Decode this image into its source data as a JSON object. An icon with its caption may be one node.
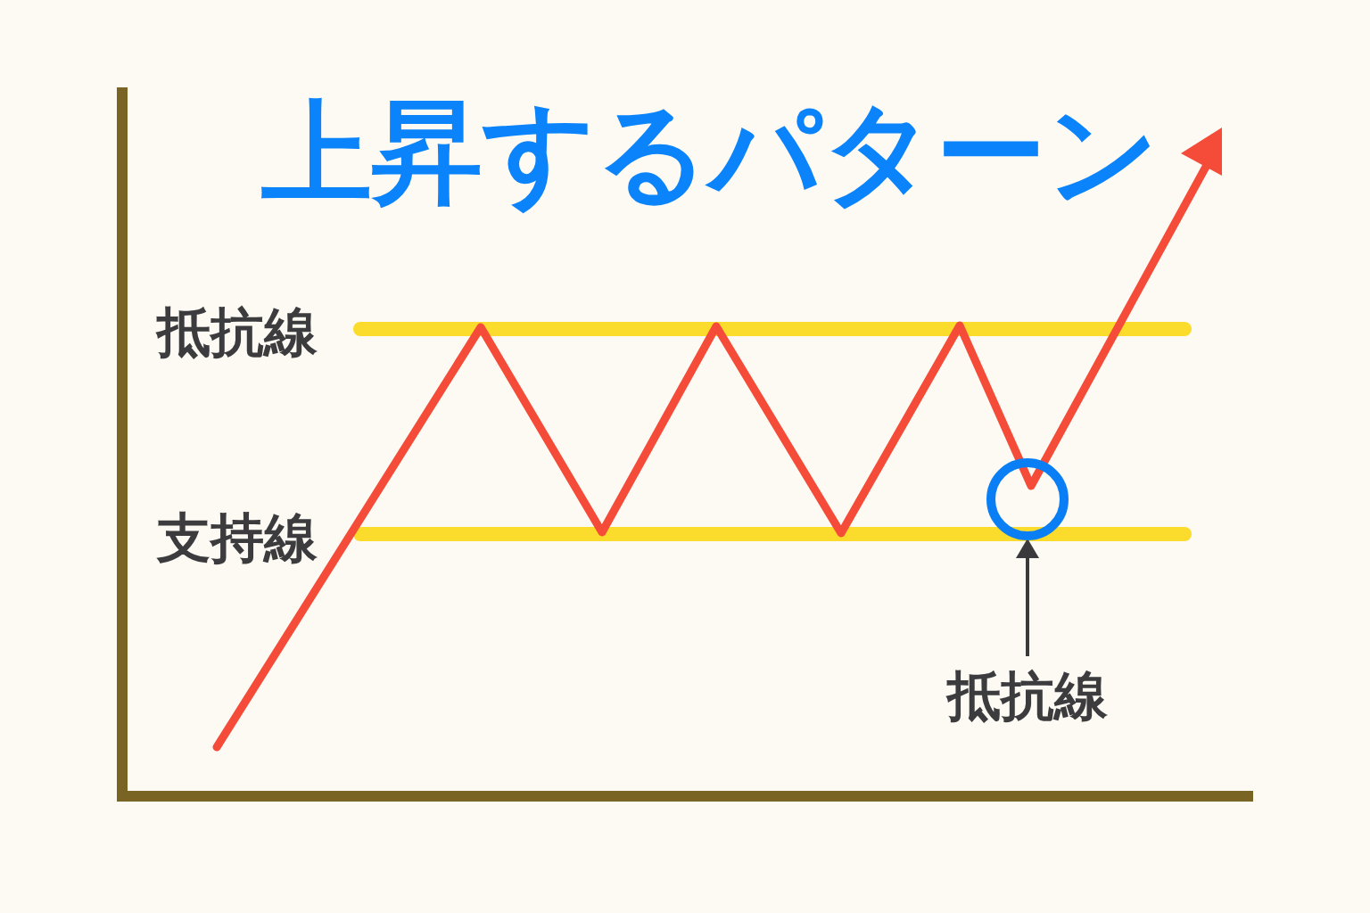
{
  "diagram": {
    "title": "上昇するパターン",
    "nodes": [
      {
        "text": [],
        "shape": "circle"
      },
      {
        "text": [
          "抵抗線"
        ]
      }
    ],
    "edges": [
      {
        "from": 1,
        "to": 0,
        "arrow": "to"
      }
    ],
    "labels": [
      "抵抗線",
      "支持線"
    ]
  }
}
